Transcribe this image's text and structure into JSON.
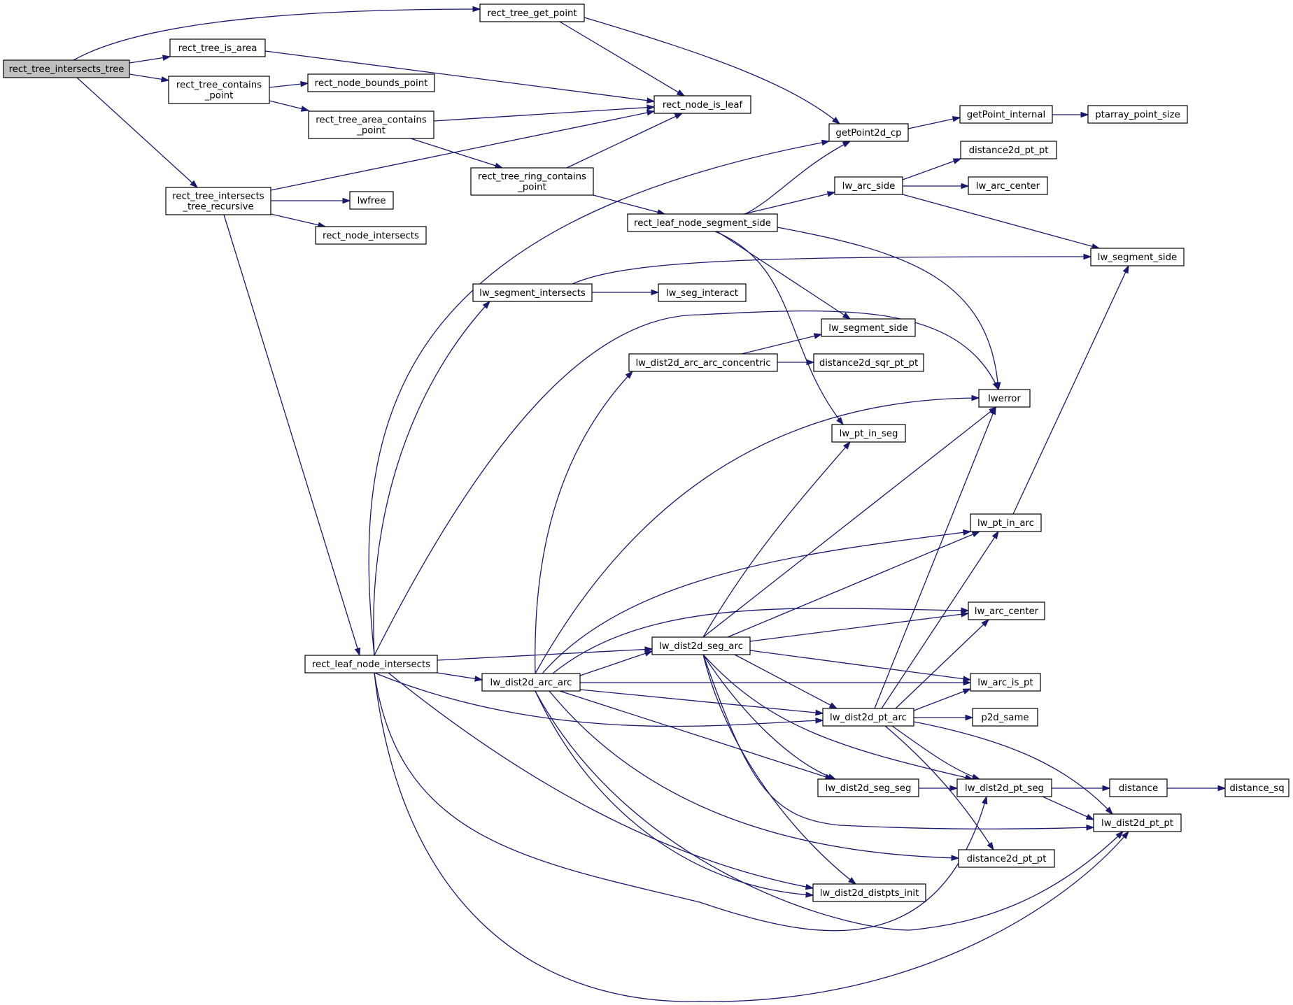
{
  "colors": {
    "edge": "#191970",
    "root_fill": "#bfbfbf",
    "node_fill": "#ffffff",
    "border": "#000000"
  },
  "nodes": [
    {
      "id": "rect_tree_intersects_tree",
      "lines": [
        "rect_tree_intersects_tree"
      ],
      "root": true
    },
    {
      "id": "rect_tree_get_point",
      "lines": [
        "rect_tree_get_point"
      ]
    },
    {
      "id": "rect_tree_is_area",
      "lines": [
        "rect_tree_is_area"
      ]
    },
    {
      "id": "rect_tree_contains_point",
      "lines": [
        "rect_tree_contains",
        "_point"
      ]
    },
    {
      "id": "rect_node_bounds_point",
      "lines": [
        "rect_node_bounds_point"
      ]
    },
    {
      "id": "rect_node_is_leaf",
      "lines": [
        "rect_node_is_leaf"
      ]
    },
    {
      "id": "rect_tree_area_contains_point",
      "lines": [
        "rect_tree_area_contains",
        "_point"
      ]
    },
    {
      "id": "rect_tree_ring_contains_point",
      "lines": [
        "rect_tree_ring_contains",
        "_point"
      ]
    },
    {
      "id": "rect_tree_intersects_tree_recursive",
      "lines": [
        "rect_tree_intersects",
        "_tree_recursive"
      ]
    },
    {
      "id": "lwfree",
      "lines": [
        "lwfree"
      ]
    },
    {
      "id": "rect_node_intersects",
      "lines": [
        "rect_node_intersects"
      ]
    },
    {
      "id": "getPoint2d_cp",
      "lines": [
        "getPoint2d_cp"
      ]
    },
    {
      "id": "getPoint_internal",
      "lines": [
        "getPoint_internal"
      ]
    },
    {
      "id": "ptarray_point_size",
      "lines": [
        "ptarray_point_size"
      ]
    },
    {
      "id": "distance2d_pt_pt_top",
      "lines": [
        "distance2d_pt_pt"
      ]
    },
    {
      "id": "lw_arc_side",
      "lines": [
        "lw_arc_side"
      ]
    },
    {
      "id": "lw_arc_center_top",
      "lines": [
        "lw_arc_center"
      ]
    },
    {
      "id": "rect_leaf_node_segment_side",
      "lines": [
        "rect_leaf_node_segment_side"
      ]
    },
    {
      "id": "lw_segment_side_right",
      "lines": [
        "lw_segment_side"
      ]
    },
    {
      "id": "lw_segment_intersects",
      "lines": [
        "lw_segment_intersects"
      ]
    },
    {
      "id": "lw_seg_interact",
      "lines": [
        "lw_seg_interact"
      ]
    },
    {
      "id": "lw_segment_side_mid",
      "lines": [
        "lw_segment_side"
      ]
    },
    {
      "id": "lw_dist2d_arc_arc_concentric",
      "lines": [
        "lw_dist2d_arc_arc_concentric"
      ]
    },
    {
      "id": "distance2d_sqr_pt_pt",
      "lines": [
        "distance2d_sqr_pt_pt"
      ]
    },
    {
      "id": "lwerror",
      "lines": [
        "lwerror"
      ]
    },
    {
      "id": "lw_pt_in_seg",
      "lines": [
        "lw_pt_in_seg"
      ]
    },
    {
      "id": "lw_pt_in_arc",
      "lines": [
        "lw_pt_in_arc"
      ]
    },
    {
      "id": "lw_arc_center",
      "lines": [
        "lw_arc_center"
      ]
    },
    {
      "id": "lw_dist2d_seg_arc",
      "lines": [
        "lw_dist2d_seg_arc"
      ]
    },
    {
      "id": "rect_leaf_node_intersects",
      "lines": [
        "rect_leaf_node_intersects"
      ]
    },
    {
      "id": "lw_dist2d_arc_arc",
      "lines": [
        "lw_dist2d_arc_arc"
      ]
    },
    {
      "id": "lw_arc_is_pt",
      "lines": [
        "lw_arc_is_pt"
      ]
    },
    {
      "id": "lw_dist2d_pt_arc",
      "lines": [
        "lw_dist2d_pt_arc"
      ]
    },
    {
      "id": "p2d_same",
      "lines": [
        "p2d_same"
      ]
    },
    {
      "id": "lw_dist2d_seg_seg",
      "lines": [
        "lw_dist2d_seg_seg"
      ]
    },
    {
      "id": "lw_dist2d_pt_seg",
      "lines": [
        "lw_dist2d_pt_seg"
      ]
    },
    {
      "id": "distance",
      "lines": [
        "distance"
      ]
    },
    {
      "id": "distance_sq",
      "lines": [
        "distance_sq"
      ]
    },
    {
      "id": "lw_dist2d_pt_pt",
      "lines": [
        "lw_dist2d_pt_pt"
      ]
    },
    {
      "id": "distance2d_pt_pt",
      "lines": [
        "distance2d_pt_pt"
      ]
    },
    {
      "id": "lw_dist2d_distpts_init",
      "lines": [
        "lw_dist2d_distpts_init"
      ]
    }
  ],
  "edges": [
    [
      "rect_tree_intersects_tree",
      "rect_tree_get_point"
    ],
    [
      "rect_tree_intersects_tree",
      "rect_tree_is_area"
    ],
    [
      "rect_tree_intersects_tree",
      "rect_tree_contains_point"
    ],
    [
      "rect_tree_intersects_tree",
      "rect_tree_intersects_tree_recursive"
    ],
    [
      "rect_tree_get_point",
      "rect_node_is_leaf"
    ],
    [
      "rect_tree_get_point",
      "getPoint2d_cp"
    ],
    [
      "rect_tree_is_area",
      "rect_node_is_leaf"
    ],
    [
      "rect_tree_contains_point",
      "rect_node_bounds_point"
    ],
    [
      "rect_tree_contains_point",
      "rect_tree_area_contains_point"
    ],
    [
      "rect_tree_area_contains_point",
      "rect_node_is_leaf"
    ],
    [
      "rect_tree_area_contains_point",
      "rect_tree_ring_contains_point"
    ],
    [
      "rect_tree_ring_contains_point",
      "rect_node_is_leaf"
    ],
    [
      "rect_tree_ring_contains_point",
      "rect_leaf_node_segment_side"
    ],
    [
      "rect_tree_intersects_tree_recursive",
      "rect_node_is_leaf"
    ],
    [
      "rect_tree_intersects_tree_recursive",
      "lwfree"
    ],
    [
      "rect_tree_intersects_tree_recursive",
      "rect_node_intersects"
    ],
    [
      "rect_tree_intersects_tree_recursive",
      "rect_leaf_node_intersects"
    ],
    [
      "getPoint2d_cp",
      "getPoint_internal"
    ],
    [
      "getPoint_internal",
      "ptarray_point_size"
    ],
    [
      "rect_leaf_node_segment_side",
      "getPoint2d_cp"
    ],
    [
      "rect_leaf_node_segment_side",
      "lw_arc_side"
    ],
    [
      "rect_leaf_node_segment_side",
      "lw_segment_side_mid"
    ],
    [
      "rect_leaf_node_segment_side",
      "lwerror"
    ],
    [
      "rect_leaf_node_segment_side",
      "lw_pt_in_seg"
    ],
    [
      "lw_arc_side",
      "distance2d_pt_pt_top"
    ],
    [
      "lw_arc_side",
      "lw_arc_center_top"
    ],
    [
      "lw_arc_side",
      "lw_segment_side_right"
    ],
    [
      "lw_segment_intersects",
      "lw_seg_interact"
    ],
    [
      "lw_segment_intersects",
      "lw_segment_side_right"
    ],
    [
      "lw_dist2d_arc_arc_concentric",
      "lw_segment_side_mid"
    ],
    [
      "lw_dist2d_arc_arc_concentric",
      "distance2d_sqr_pt_pt"
    ],
    [
      "lw_pt_in_arc",
      "lw_segment_side_right"
    ],
    [
      "rect_leaf_node_intersects",
      "getPoint2d_cp"
    ],
    [
      "rect_leaf_node_intersects",
      "lw_segment_intersects"
    ],
    [
      "rect_leaf_node_intersects",
      "lwerror"
    ],
    [
      "rect_leaf_node_intersects",
      "lw_dist2d_seg_arc"
    ],
    [
      "rect_leaf_node_intersects",
      "lw_dist2d_arc_arc"
    ],
    [
      "rect_leaf_node_intersects",
      "lw_dist2d_pt_arc"
    ],
    [
      "rect_leaf_node_intersects",
      "lw_dist2d_distpts_init"
    ],
    [
      "rect_leaf_node_intersects",
      "lw_dist2d_pt_seg"
    ],
    [
      "rect_leaf_node_intersects",
      "lw_dist2d_pt_pt"
    ],
    [
      "lw_dist2d_arc_arc",
      "lw_dist2d_arc_arc_concentric"
    ],
    [
      "lw_dist2d_arc_arc",
      "lwerror"
    ],
    [
      "lw_dist2d_arc_arc",
      "lw_pt_in_arc"
    ],
    [
      "lw_dist2d_arc_arc",
      "lw_arc_center"
    ],
    [
      "lw_dist2d_arc_arc",
      "lw_dist2d_seg_arc"
    ],
    [
      "lw_dist2d_arc_arc",
      "lw_arc_is_pt"
    ],
    [
      "lw_dist2d_arc_arc",
      "lw_dist2d_pt_arc"
    ],
    [
      "lw_dist2d_arc_arc",
      "lw_dist2d_seg_seg"
    ],
    [
      "lw_dist2d_arc_arc",
      "distance2d_pt_pt"
    ],
    [
      "lw_dist2d_arc_arc",
      "lw_dist2d_distpts_init"
    ],
    [
      "lw_dist2d_arc_arc",
      "lw_dist2d_pt_pt"
    ],
    [
      "lw_dist2d_seg_arc",
      "lw_pt_in_seg"
    ],
    [
      "lw_dist2d_seg_arc",
      "lwerror"
    ],
    [
      "lw_dist2d_seg_arc",
      "lw_pt_in_arc"
    ],
    [
      "lw_dist2d_seg_arc",
      "lw_arc_center"
    ],
    [
      "lw_dist2d_seg_arc",
      "lw_arc_is_pt"
    ],
    [
      "lw_dist2d_seg_arc",
      "lw_dist2d_pt_arc"
    ],
    [
      "lw_dist2d_seg_arc",
      "lw_dist2d_seg_seg"
    ],
    [
      "lw_dist2d_seg_arc",
      "lw_dist2d_pt_seg"
    ],
    [
      "lw_dist2d_seg_arc",
      "lw_dist2d_pt_pt"
    ],
    [
      "lw_dist2d_seg_arc",
      "lw_dist2d_distpts_init"
    ],
    [
      "lw_dist2d_pt_arc",
      "lwerror"
    ],
    [
      "lw_dist2d_pt_arc",
      "lw_pt_in_arc"
    ],
    [
      "lw_dist2d_pt_arc",
      "lw_arc_center"
    ],
    [
      "lw_dist2d_pt_arc",
      "lw_arc_is_pt"
    ],
    [
      "lw_dist2d_pt_arc",
      "p2d_same"
    ],
    [
      "lw_dist2d_pt_arc",
      "lw_dist2d_pt_seg"
    ],
    [
      "lw_dist2d_pt_arc",
      "lw_dist2d_pt_pt"
    ],
    [
      "lw_dist2d_pt_arc",
      "distance2d_pt_pt"
    ],
    [
      "lw_dist2d_seg_seg",
      "lw_dist2d_pt_seg"
    ],
    [
      "lw_dist2d_pt_seg",
      "distance"
    ],
    [
      "lw_dist2d_pt_seg",
      "lw_dist2d_pt_pt"
    ],
    [
      "distance",
      "distance_sq"
    ]
  ]
}
